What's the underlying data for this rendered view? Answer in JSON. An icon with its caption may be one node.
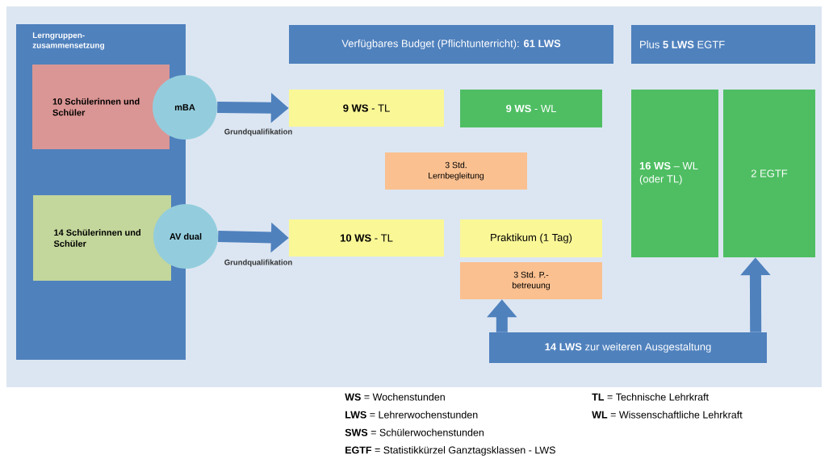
{
  "diagram": {
    "nodes": [
      {
        "text": [
          "Lerngruppen- zusammensetzung"
        ]
      },
      {
        "text": [
          "10 Schülerinnen und Schüler"
        ],
        "in": 0
      },
      {
        "text": [
          "mBA"
        ]
      },
      {
        "text": [
          "14 Schülerinnen und Schüler"
        ],
        "in": 0
      },
      {
        "text": [
          "AV dual"
        ]
      },
      {
        "text": [
          "Verfügbares Budget (Pflichtunterricht): **61 LWS**"
        ]
      },
      {
        "text": [
          "Plus **5 LWS** EGTF"
        ]
      },
      {
        "text": [
          "**9 WS** - TL"
        ]
      },
      {
        "text": [
          "**9 WS** - WL"
        ]
      },
      {
        "text": [
          "3 Std. Lernbegleitung"
        ]
      },
      {
        "text": [
          "**10 WS** - TL"
        ]
      },
      {
        "text": [
          "Praktikum (1 Tag)"
        ]
      },
      {
        "text": [
          "3 Std. P.- betreuung"
        ]
      },
      {
        "text": [
          "**16 WS** – WL (oder TL)"
        ]
      },
      {
        "text": [
          "2 EGTF"
        ]
      },
      {
        "text": [
          "**14 LWS** zur weiteren Ausgestaltung"
        ]
      }
    ],
    "edges": [
      {
        "from": 2,
        "to": 7,
        "arrow": "to",
        "label": "Grundqualifikation"
      },
      {
        "from": 4,
        "to": 10,
        "arrow": "to",
        "label": "Grundqualifikation"
      },
      {
        "from": 15,
        "to": 12,
        "arrow": "to"
      },
      {
        "from": 15,
        "to": 14,
        "arrow": "to"
      }
    ],
    "labels": [
      "**WS** = Wochenstunden",
      "**TL** = Technische Lehrkraft",
      "**LWS** = Lehrerwochenstunden",
      "**WL** = Wissenschaftliche Lehrkraft",
      "**SWS** = Schülerwochenstunden",
      "**EGTF** = Statistikkürzel Ganztagsklassen - LWS"
    ]
  }
}
